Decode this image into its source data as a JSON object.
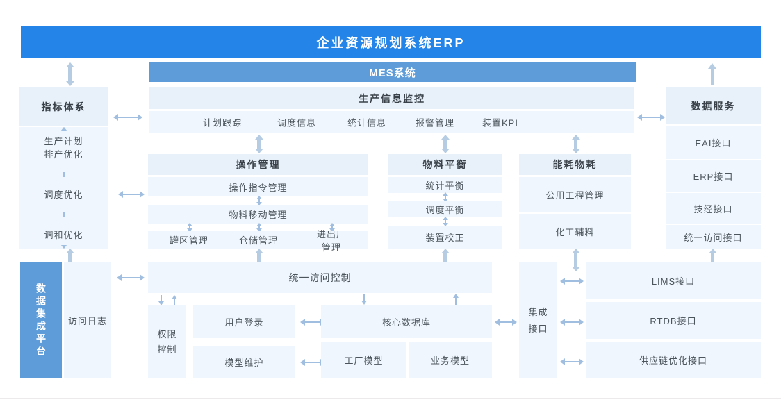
{
  "erp_banner": {
    "title": "企业资源规划系统ERP"
  },
  "mes": {
    "band_title": "MES系统",
    "monitor_title": "生产信息监控",
    "monitor_items": [
      "计划跟踪",
      "调度信息",
      "统计信息",
      "报警管理",
      "装置KPI"
    ],
    "operation": {
      "title": "操作管理",
      "row1": "操作指令管理",
      "row2": "物料移动管理",
      "sub": [
        "罐区管理",
        "仓储管理",
        "进出厂管理"
      ]
    },
    "material": {
      "title": "物料平衡",
      "rows": [
        "统计平衡",
        "调度平衡",
        "装置校正"
      ]
    },
    "energy": {
      "title": "能耗物耗",
      "rows": [
        "公用工程管理",
        "化工辅料"
      ]
    }
  },
  "left_column": {
    "indicator_title": "指标体系",
    "indicator_items": [
      "生产计划",
      "排产优化",
      "调度优化",
      "调和优化"
    ],
    "platform_title": "数据集成平台",
    "access_log": "访问日志"
  },
  "right_column": {
    "dataservice_title": "数据服务",
    "dataservice_items": [
      "EAI接口",
      "ERP接口",
      "技经接口",
      "统一访问接口"
    ],
    "integration_lines": [
      "集成",
      "接口"
    ],
    "interface_items": [
      "LIMS接口",
      "RTDB接口",
      "供应链优化接口"
    ]
  },
  "bottom": {
    "access_control": "统一访问控制",
    "permission_lines": [
      "权限",
      "控制"
    ],
    "user_login": "用户登录",
    "model_maintenance": "模型维护",
    "core_database": "核心数据库",
    "factory_model": "工厂模型",
    "business_model": "业务模型"
  },
  "colors": {
    "banner_blue": "#2484E7",
    "band_blue": "#5E9CD9",
    "box_header": "#E8F1FA",
    "box_body": "#EFF6FD",
    "arrow_thick": "#B5CCE3",
    "arrow_thin": "#9FBEE0",
    "text_dark": "#3A4149",
    "text_body": "#4C545C"
  }
}
